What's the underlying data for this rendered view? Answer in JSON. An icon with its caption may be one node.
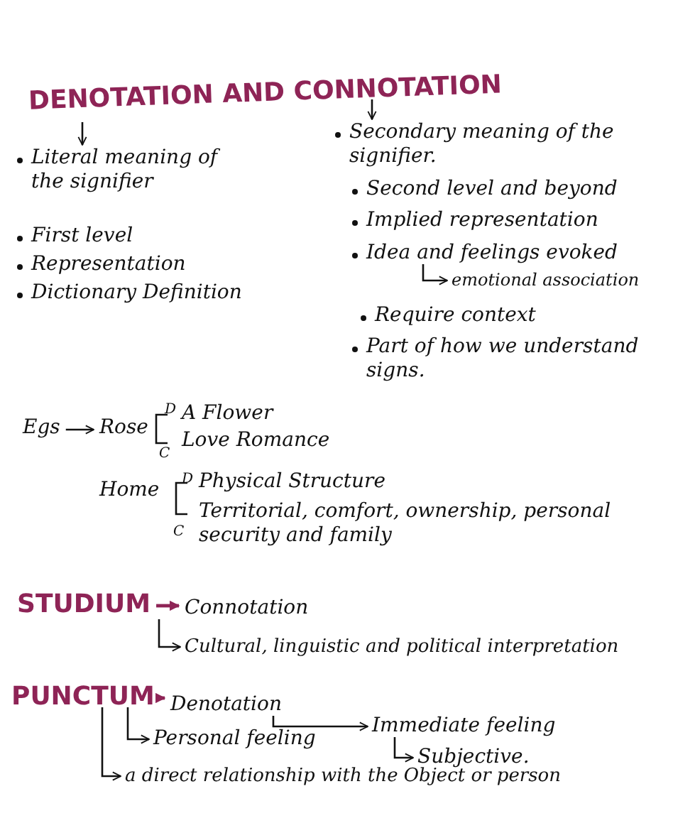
{
  "diagram": {
    "title": "DENOTATION AND CONNOTATION",
    "nodes": [
      {
        "text": [
          "Literal meaning of the signifier"
        ]
      },
      {
        "text": [
          "Secondary meaning of the signifier."
        ]
      },
      {
        "text": [
          "Idea and feelings evoked"
        ]
      },
      {
        "text": [
          "emotional association"
        ]
      },
      {
        "text": [
          "Egs"
        ]
      },
      {
        "text": [
          "Rose"
        ]
      },
      {
        "text": [
          "STUDIUM"
        ]
      },
      {
        "text": [
          "Connotation"
        ]
      },
      {
        "text": [
          "Cultural, linguistic and political interpretation"
        ]
      },
      {
        "text": [
          "PUNCTUM"
        ]
      },
      {
        "text": [
          "Denotation"
        ]
      },
      {
        "text": [
          "Personal feeling"
        ]
      },
      {
        "text": [
          "a direct relationship with the Object or person"
        ]
      },
      {
        "text": [
          "Immediate feeling"
        ]
      },
      {
        "text": [
          "Subjective."
        ]
      }
    ],
    "edges": [
      {
        "from": null,
        "to": 0,
        "arrow": "to"
      },
      {
        "from": null,
        "to": 1,
        "arrow": "to"
      },
      {
        "from": 2,
        "to": 3,
        "arrow": "to"
      },
      {
        "from": 4,
        "to": 5,
        "arrow": "to"
      },
      {
        "from": 6,
        "to": 7,
        "arrow": "to",
        "color": "#8e2456"
      },
      {
        "from": 7,
        "to": 8,
        "arrow": "to"
      },
      {
        "from": 9,
        "to": 10,
        "arrow": "to",
        "color": "#8e2456"
      },
      {
        "from": 9,
        "to": 11,
        "arrow": "to"
      },
      {
        "from": 9,
        "to": 12,
        "arrow": "to"
      },
      {
        "from": 10,
        "to": 13,
        "arrow": "to"
      },
      {
        "from": 13,
        "to": 14,
        "arrow": "to"
      }
    ],
    "labels": [
      "First level",
      "Representation",
      "Dictionary Definition",
      "Second level and beyond",
      "Implied representation",
      "Require context",
      "Part of how we understand signs.",
      "D",
      "A Flower",
      "C",
      "Love Romance",
      "Home",
      "D",
      "Physical Structure",
      "C",
      "Territorial, comfort, ownership, personal security and family"
    ]
  }
}
